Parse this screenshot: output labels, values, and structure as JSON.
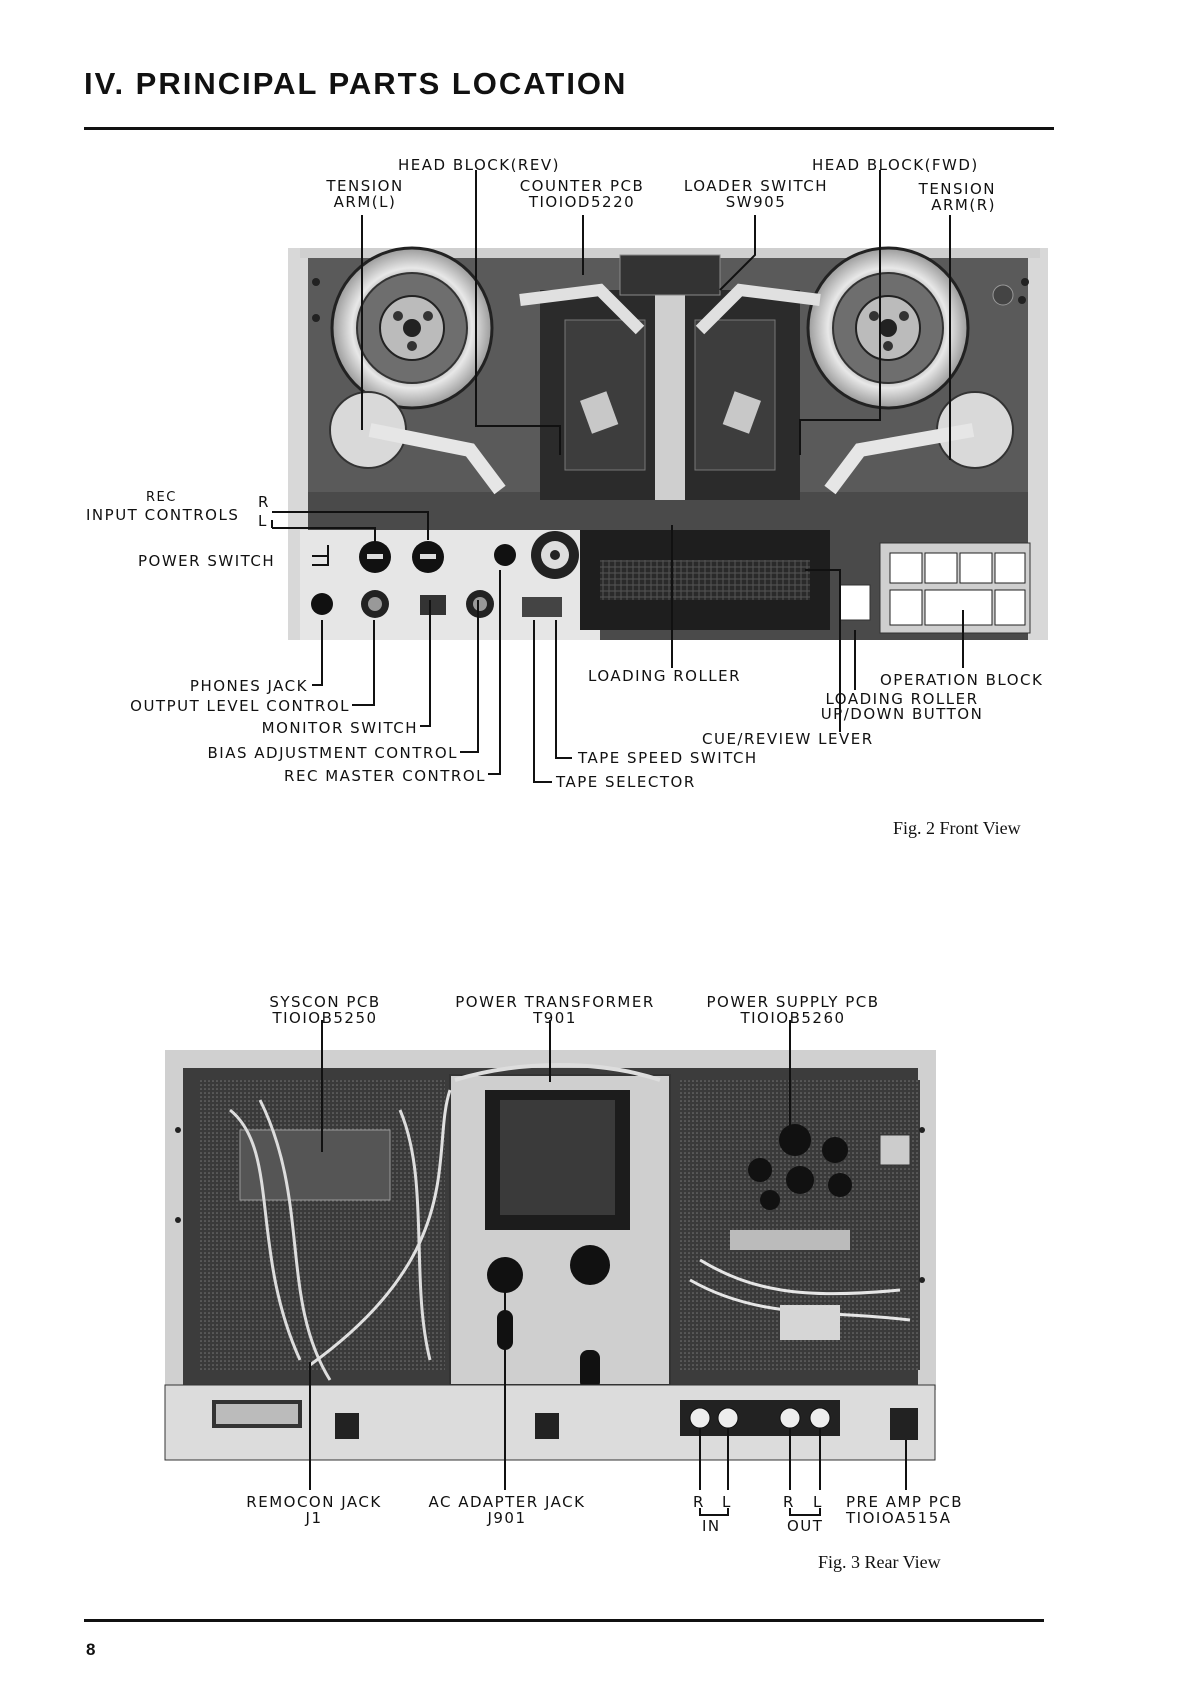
{
  "page": {
    "title": "IV. PRINCIPAL PARTS LOCATION",
    "page_number": "8"
  },
  "front": {
    "caption": "Fig. 2  Front View",
    "labels": {
      "head_block_rev": "HEAD BLOCK(REV)",
      "head_block_fwd": "HEAD BLOCK(FWD)",
      "tension_arm_l_1": "TENSION",
      "tension_arm_l_2": "ARM(L)",
      "tension_arm_r_1": "TENSION",
      "tension_arm_r_2": "ARM(R)",
      "counter_pcb_1": "COUNTER PCB",
      "counter_pcb_2": "TIOIOD5220",
      "loader_switch_1": "LOADER SWITCH",
      "loader_switch_2": "SW905",
      "rec": "REC",
      "input_controls": "INPUT CONTROLS",
      "r": "R",
      "l": "L",
      "power_switch": "POWER SWITCH",
      "phones_jack": "PHONES JACK",
      "output_level_control": "OUTPUT LEVEL CONTROL",
      "monitor_switch": "MONITOR SWITCH",
      "bias_adjustment_control": "BIAS ADJUSTMENT CONTROL",
      "rec_master_control": "REC MASTER CONTROL",
      "loading_roller": "LOADING ROLLER",
      "operation_block": "OPERATION BLOCK",
      "loading_roller_btn_1": "LOADING ROLLER",
      "loading_roller_btn_2": "UP/DOWN BUTTON",
      "cue_review_lever": "CUE/REVIEW LEVER",
      "tape_speed_switch": "TAPE SPEED SWITCH",
      "tape_selector": "TAPE SELECTOR"
    }
  },
  "rear": {
    "caption": "Fig. 3  Rear View",
    "labels": {
      "syscon_pcb_1": "SYSCON PCB",
      "syscon_pcb_2": "TIOIOB5250",
      "power_transformer_1": "POWER TRANSFORMER",
      "power_transformer_2": "T901",
      "power_supply_pcb_1": "POWER SUPPLY PCB",
      "power_supply_pcb_2": "TIOIOB5260",
      "remocon_jack_1": "REMOCON JACK",
      "remocon_jack_2": "J1",
      "ac_adapter_jack_1": "AC ADAPTER JACK",
      "ac_adapter_jack_2": "J901",
      "in_r": "R",
      "in_l": "L",
      "in": "IN",
      "out_r": "R",
      "out_l": "L",
      "out": "OUT",
      "pre_amp_pcb_1": "PRE AMP PCB",
      "pre_amp_pcb_2": "TIOIOA515A"
    }
  }
}
